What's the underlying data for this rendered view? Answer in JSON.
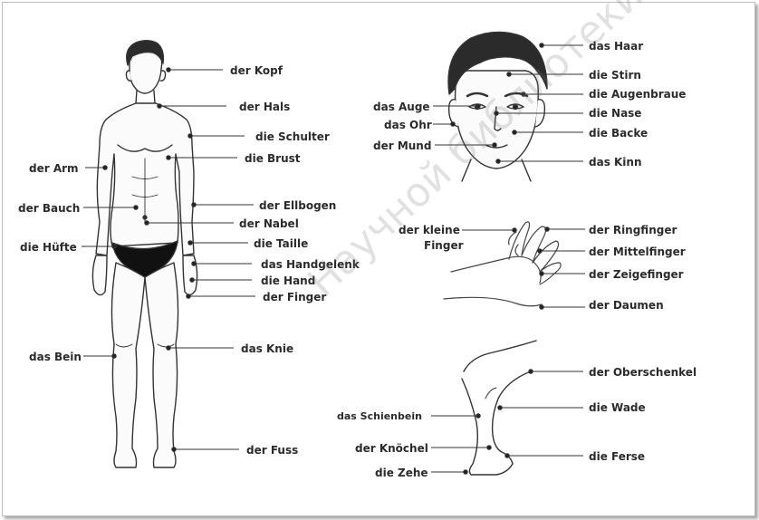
{
  "labels": {
    "kopf": "der Kopf",
    "hals": "der Hals",
    "schulter": "die Schulter",
    "arm": "der Arm",
    "brust": "die Brust",
    "bauch": "der Bauch",
    "ellbogen": "der Ellbogen",
    "nabel": "der Nabel",
    "huefte": "die Hüfte",
    "taille": "die Taille",
    "handgelenk": "das Handgelenk",
    "hand": "die Hand",
    "finger": "der Finger",
    "bein": "das Bein",
    "knie": "das Knie",
    "fuss": "der Fuss",
    "haar": "das Haar",
    "stirn": "die Stirn",
    "augenbraue": "die Augenbraue",
    "auge": "das Auge",
    "nase": "die Nase",
    "ohr": "das Ohr",
    "backe": "die Backe",
    "mund": "der Mund",
    "kinn": "das Kinn",
    "kleiner_finger_1": "der kleine",
    "kleiner_finger_2": "Finger",
    "ringfinger": "der Ringfinger",
    "mittelfinger": "der Mittelfinger",
    "zeigefinger": "der Zeigefinger",
    "daumen": "der Daumen",
    "oberschenkel": "der Oberschenkel",
    "wade": "die Wade",
    "schienbein": "das Schienbein",
    "knoechel": "der Knöchel",
    "ferse": "die Ferse",
    "zehe": "die Zehe"
  },
  "watermark": "Научной библиотеки МГУ имени А.А. Ку"
}
